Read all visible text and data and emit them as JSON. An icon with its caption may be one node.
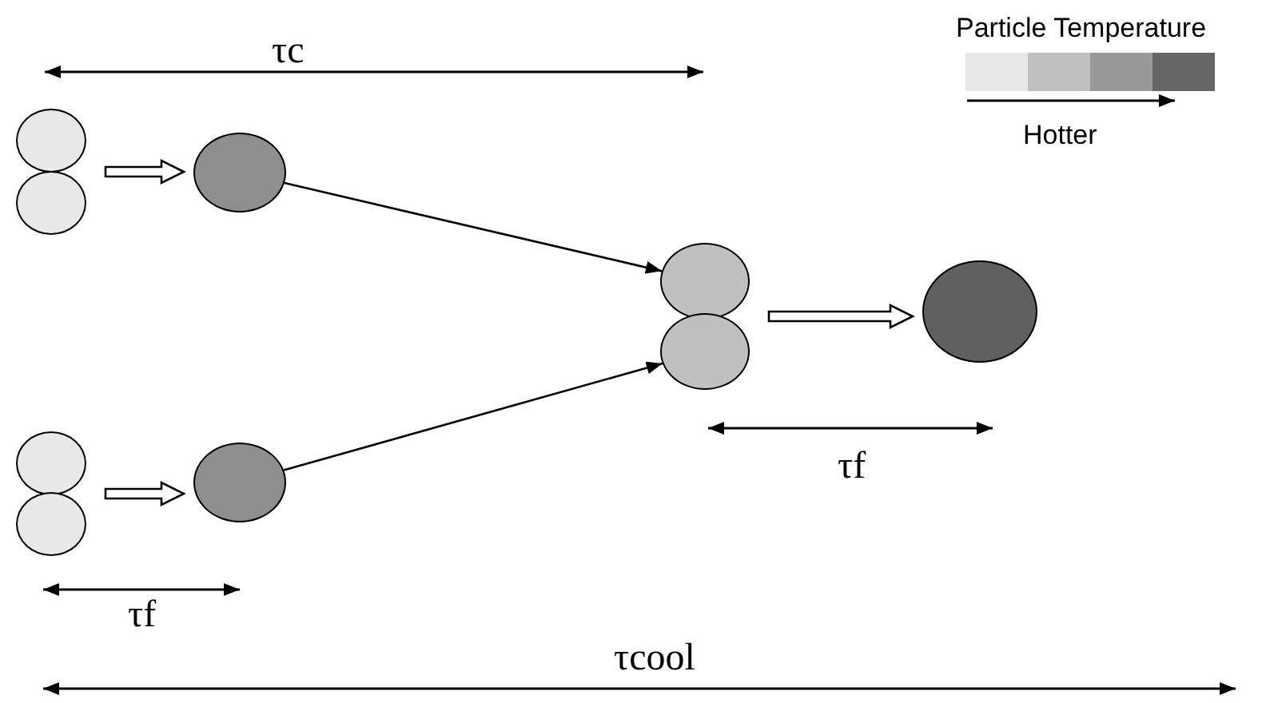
{
  "diagram": {
    "nodes": [
      {
        "text": [],
        "shape": "circle"
      },
      {
        "text": [],
        "shape": "circle"
      },
      {
        "text": [],
        "shape": "circle"
      },
      {
        "text": [],
        "shape": "circle"
      },
      {
        "text": [],
        "shape": "circle"
      },
      {
        "text": [],
        "shape": "circle"
      },
      {
        "text": [],
        "shape": "circle"
      },
      {
        "text": [],
        "shape": "circle"
      },
      {
        "text": [],
        "shape": "circle"
      }
    ],
    "edges": [
      {
        "from": 0,
        "to": 4,
        "arrow": "to",
        "style": "thick"
      },
      {
        "from": 1,
        "to": 4,
        "arrow": "to",
        "style": "thick"
      },
      {
        "from": 2,
        "to": 5,
        "arrow": "to",
        "style": "thick"
      },
      {
        "from": 3,
        "to": 5,
        "arrow": "to",
        "style": "thick"
      },
      {
        "from": 4,
        "to": 6,
        "arrow": "to"
      },
      {
        "from": 5,
        "to": 7,
        "arrow": "to"
      },
      {
        "from": 6,
        "to": 8,
        "arrow": "to",
        "style": "thick"
      },
      {
        "from": 7,
        "to": 8,
        "arrow": "to",
        "style": "thick"
      }
    ],
    "labels": [
      "τc",
      "Particle Temperature",
      "Hotter",
      "τf",
      "τf",
      "τcool"
    ]
  }
}
